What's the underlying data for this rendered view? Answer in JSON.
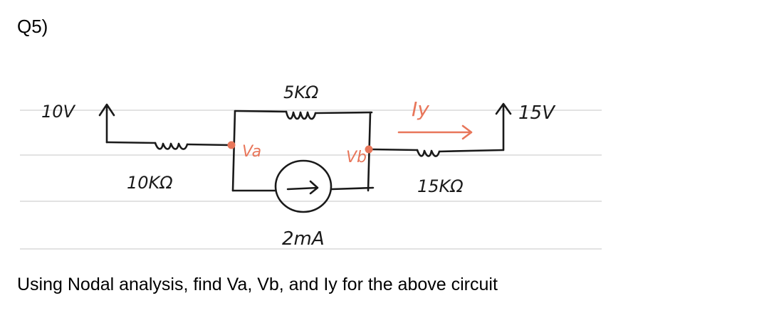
{
  "question_number": "Q5)",
  "question_text": "Using Nodal analysis, find Va, Vb, and Iy for the above circuit",
  "circuit": {
    "source_left_label": "10V",
    "source_right_label": "15V",
    "resistor_left_label": "10KΩ",
    "resistor_top_label": "5KΩ",
    "resistor_right_label": "15KΩ",
    "current_source_label": "2mA",
    "node_a_label": "Va",
    "node_b_label": "Vb",
    "current_label": "Iy"
  },
  "colors": {
    "ink": "#1a1a1a",
    "accent": "#e8765a",
    "ruled_line": "#d8d8d8"
  }
}
